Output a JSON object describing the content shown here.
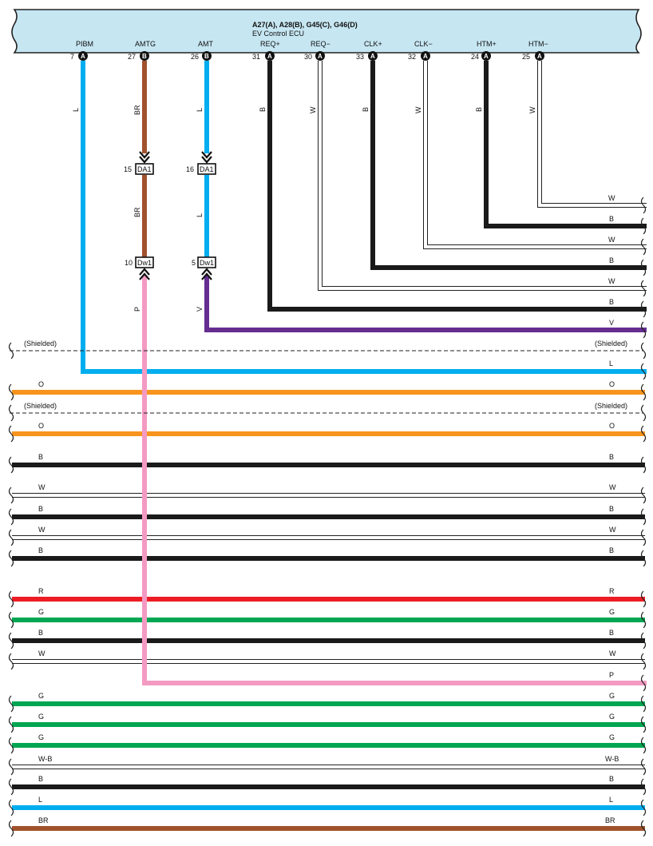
{
  "ecu": {
    "title": "A27(A), A28(B), G45(C), G46(D)",
    "subtitle": "EV Control ECU"
  },
  "colors": {
    "L": "#00aeef",
    "BR": "#a0522d",
    "B": "#1a1a1a",
    "W": "#ffffff",
    "O": "#f7941d",
    "R": "#ed1c24",
    "G": "#00a651",
    "P": "#f49ac2",
    "V": "#662d91",
    "ecu_fill": "#c6e6f2"
  },
  "pins": [
    {
      "name": "PIBM",
      "num": "7",
      "conn": "A",
      "wire": "L"
    },
    {
      "name": "AMTG",
      "num": "27",
      "conn": "B",
      "wire": "BR"
    },
    {
      "name": "AMT",
      "num": "26",
      "conn": "B",
      "wire": "L"
    },
    {
      "name": "REQ+",
      "num": "31",
      "conn": "A",
      "wire": "B"
    },
    {
      "name": "REQ−",
      "num": "30",
      "conn": "A",
      "wire": "W"
    },
    {
      "name": "CLK+",
      "num": "33",
      "conn": "A",
      "wire": "B"
    },
    {
      "name": "CLK−",
      "num": "32",
      "conn": "A",
      "wire": "W"
    },
    {
      "name": "HTM+",
      "num": "24",
      "conn": "A",
      "wire": "B"
    },
    {
      "name": "HTM−",
      "num": "25",
      "conn": "A",
      "wire": "W"
    }
  ],
  "connectors": [
    {
      "label": "DA1",
      "num": "15"
    },
    {
      "label": "DA1",
      "num": "16"
    },
    {
      "label": "Dw1",
      "num": "10"
    },
    {
      "label": "Dw1",
      "num": "5"
    }
  ],
  "between_connector_labels": [
    "BR",
    "L"
  ],
  "below_connector_labels": [
    "P",
    "V"
  ],
  "right_wires": [
    {
      "label": "W"
    },
    {
      "label": "B"
    },
    {
      "label": "W"
    },
    {
      "label": "B"
    },
    {
      "label": "W"
    },
    {
      "label": "B"
    },
    {
      "label": "V"
    }
  ],
  "shielded_label": "(Shielded)",
  "horizontal_wires": [
    {
      "left": "",
      "right": "L"
    },
    {
      "left": "O",
      "right": "O"
    },
    {
      "left": "O",
      "right": "O"
    },
    {
      "left": "B",
      "right": "B"
    },
    {
      "left": "W",
      "right": "W"
    },
    {
      "left": "B",
      "right": "B"
    },
    {
      "left": "W",
      "right": "W"
    },
    {
      "left": "B",
      "right": "B"
    },
    {
      "left": "R",
      "right": "R"
    },
    {
      "left": "G",
      "right": "G"
    },
    {
      "left": "B",
      "right": "B"
    },
    {
      "left": "W",
      "right": "W"
    },
    {
      "left": "",
      "right": "P"
    },
    {
      "left": "G",
      "right": "G"
    },
    {
      "left": "G",
      "right": "G"
    },
    {
      "left": "G",
      "right": "G"
    },
    {
      "left": "W-B",
      "right": "W-B"
    },
    {
      "left": "B",
      "right": "B"
    },
    {
      "left": "L",
      "right": "L"
    },
    {
      "left": "BR",
      "right": "BR"
    }
  ]
}
